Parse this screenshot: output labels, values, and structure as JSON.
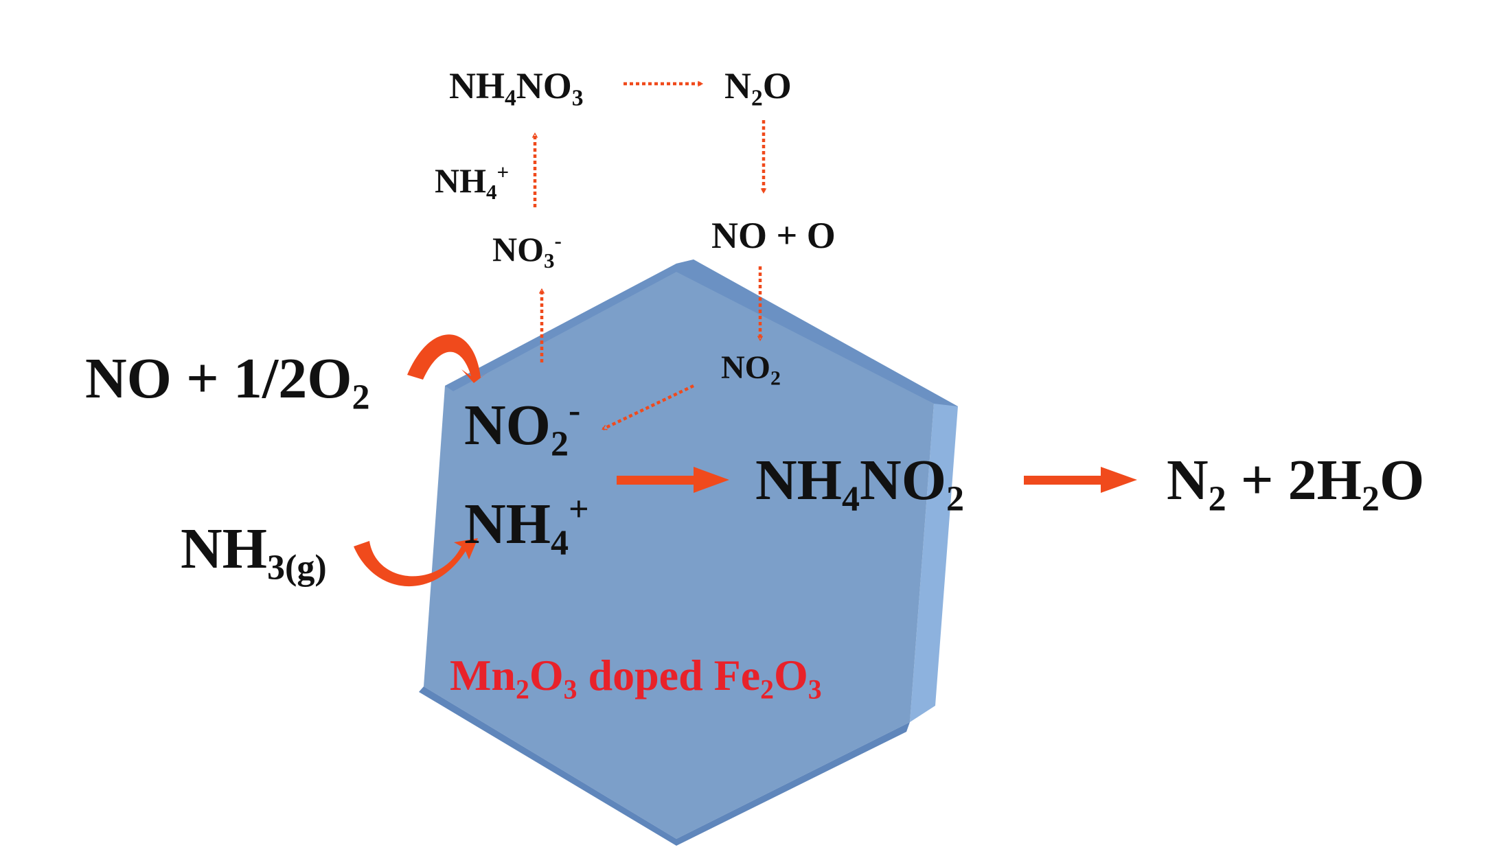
{
  "colors": {
    "hexagon_face": "#7c9fc9",
    "hexagon_edge": "#5f86bb",
    "hexagon_side": "#8db2de",
    "arrow": "#f04a1c",
    "catalyst_text": "#e8222a",
    "text": "#111111"
  },
  "species": {
    "nh4no3_top": {
      "parts": [
        "NH",
        "4",
        "NO",
        "3"
      ]
    },
    "n2o": {
      "parts": [
        "N",
        "2",
        "O"
      ]
    },
    "nh4_plus_small": {
      "parts": [
        "NH",
        "4",
        "+"
      ]
    },
    "no_plus_o": {
      "text": "NO + O"
    },
    "no3_minus": {
      "parts": [
        "NO",
        "3",
        "-"
      ]
    },
    "no2_small": {
      "parts": [
        "NO",
        "2"
      ]
    },
    "no_o2_reactant": {
      "parts": [
        "NO + 1/2O",
        "2"
      ]
    },
    "no2_minus": {
      "parts": [
        "NO",
        "2",
        "-"
      ]
    },
    "nh4_plus": {
      "parts": [
        "NH",
        "4",
        "+"
      ]
    },
    "nh3_gas": {
      "parts": [
        "NH",
        "3(g)"
      ]
    },
    "nh4no2": {
      "parts": [
        "NH",
        "4",
        "NO",
        "2"
      ]
    },
    "products": {
      "parts": [
        "N",
        "2",
        " + 2H",
        "2",
        "O"
      ]
    }
  },
  "catalyst": {
    "parts": [
      "Mn",
      "2",
      "O",
      "3",
      " doped Fe",
      "2",
      "O",
      "3"
    ]
  }
}
